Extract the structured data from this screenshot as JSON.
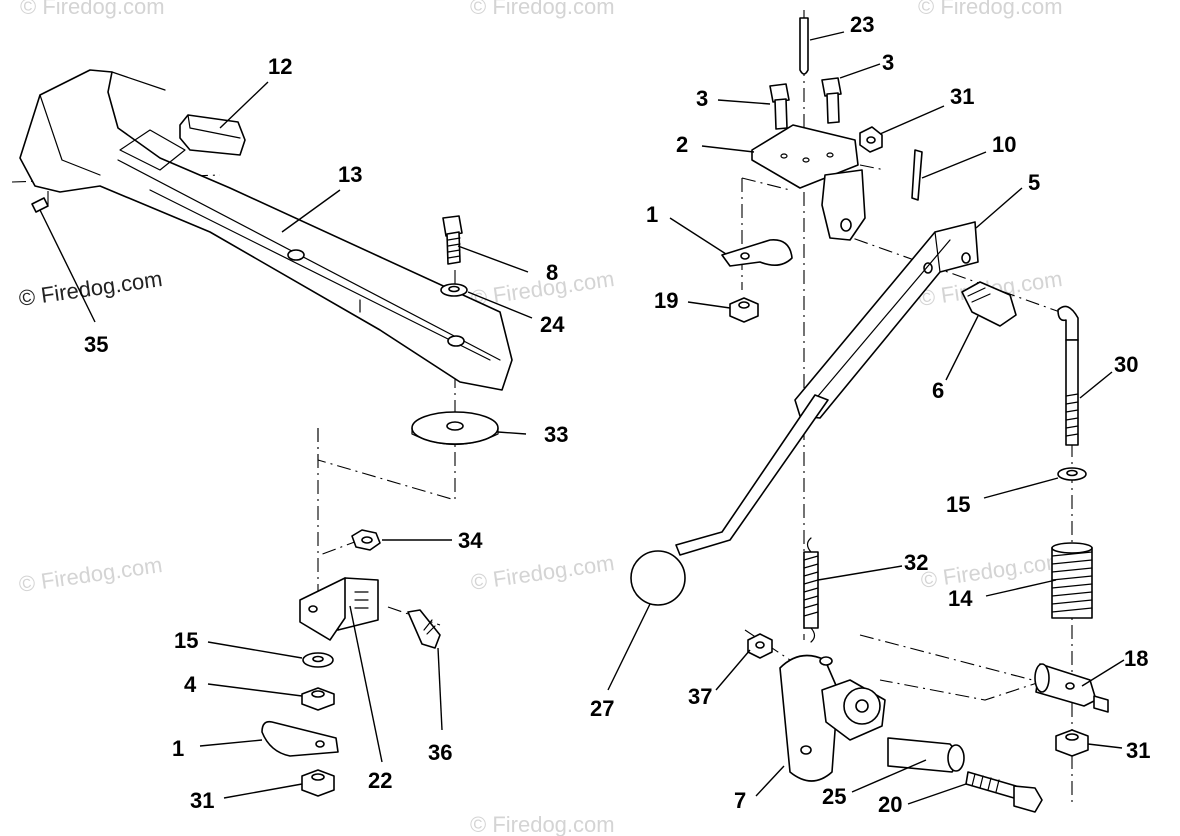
{
  "watermarks": {
    "w1": "© Firedog.com",
    "w2": "© Firedog.com",
    "w3": "© Firedog.com",
    "w4": "© Firedog.com",
    "w5": "© Firedog.com",
    "w6": "© Firedog.com",
    "w7": "© Firedog.com",
    "w8": "© Firedog.com",
    "w9": "© Firedog.com",
    "w10": "© Firedog.com"
  },
  "labels": {
    "l12": "12",
    "l13": "13",
    "l35": "35",
    "l8": "8",
    "l24": "24",
    "l33": "33",
    "l34": "34",
    "l15a": "15",
    "l4": "4",
    "l1a": "1",
    "l31a": "31",
    "l22": "22",
    "l36": "36",
    "l23": "23",
    "l3a": "3",
    "l3b": "3",
    "l31b": "31",
    "l2": "2",
    "l10": "10",
    "l5": "5",
    "l1b": "1",
    "l19": "19",
    "l6": "6",
    "l30": "30",
    "l15b": "15",
    "l32": "32",
    "l14": "14",
    "l27": "27",
    "l37": "37",
    "l18": "18",
    "l31c": "31",
    "l7": "7",
    "l25": "25",
    "l20": "20"
  }
}
